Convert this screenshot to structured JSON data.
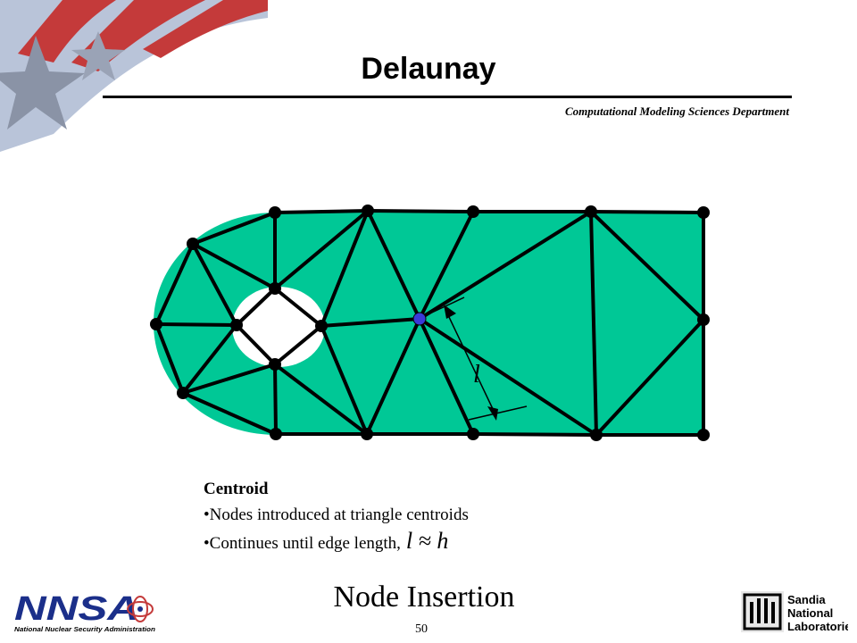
{
  "header": {
    "title": "Delaunay",
    "department": "Computational Modeling Sciences Department"
  },
  "diagram": {
    "edge_label": "l",
    "colors": {
      "fill": "#00c896",
      "edge": "#000000",
      "node": "#000000",
      "new_node": "#3a3ad8",
      "hole": "#ffffff"
    }
  },
  "notes": {
    "heading": "Centroid",
    "items": [
      "•Nodes introduced at triangle centroids",
      "•Continues until edge length,"
    ],
    "formula": "l ≈ h"
  },
  "footer": {
    "subtitle": "Node Insertion",
    "page_number": "50",
    "left_logo": "NNSA",
    "left_logo_caption": "National Nuclear Security Administration",
    "right_logo_line1": "Sandia",
    "right_logo_line2": "National",
    "right_logo_line3": "Laboratories"
  }
}
